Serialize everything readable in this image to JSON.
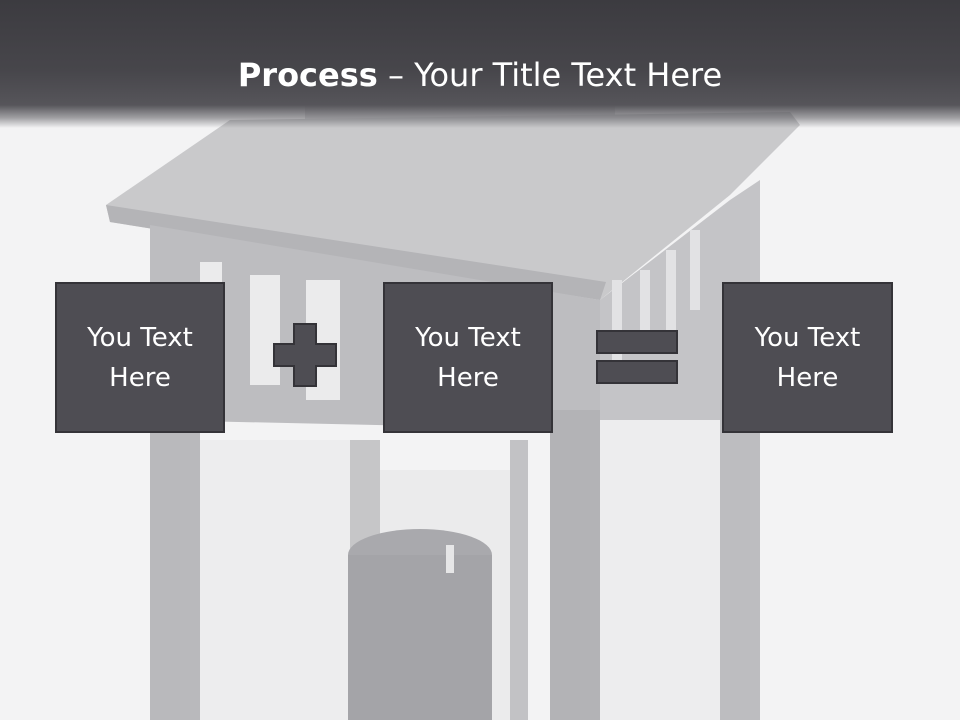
{
  "title": {
    "bold": "Process",
    "rest": " – Your Title Text Here"
  },
  "boxes": [
    {
      "text": "You Text\nHere"
    },
    {
      "text": "You Text\nHere"
    },
    {
      "text": "You Text\nHere"
    }
  ],
  "operators": [
    "plus",
    "equals"
  ],
  "colors": {
    "box_fill": "#4e4d53",
    "box_border": "#343338",
    "title_band": "#3c3b40",
    "text": "#ffffff"
  }
}
